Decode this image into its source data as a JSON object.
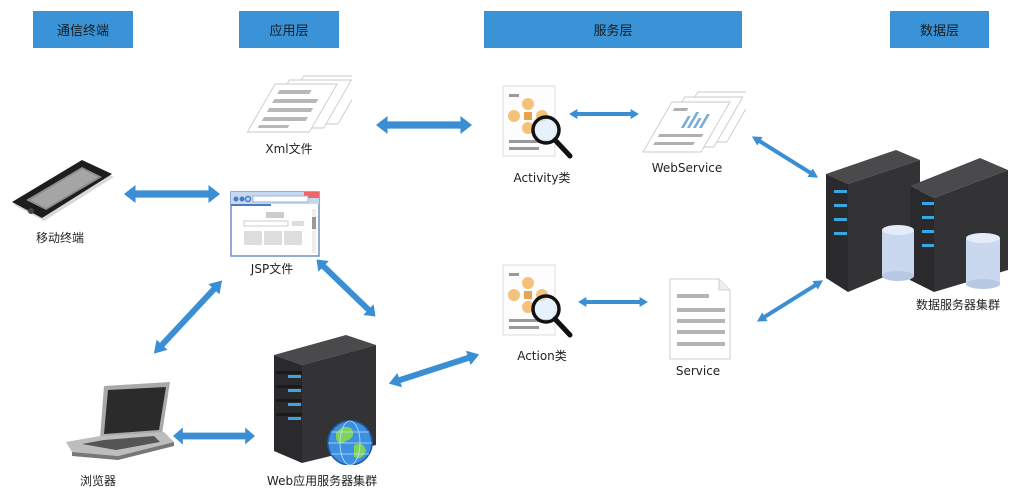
{
  "diagram": {
    "layers": [
      {
        "id": "terminal",
        "label": "通信终端"
      },
      {
        "id": "application",
        "label": "应用层"
      },
      {
        "id": "service",
        "label": "服务层"
      },
      {
        "id": "data",
        "label": "数据层"
      }
    ],
    "nodes": {
      "mobile": {
        "label": "移动终端",
        "icon": "smartphone-icon"
      },
      "browser": {
        "label": "浏览器",
        "icon": "laptop-icon"
      },
      "xml": {
        "label": "Xml文件",
        "icon": "documents-stack-icon"
      },
      "jsp": {
        "label": "JSP文件",
        "icon": "browser-window-icon"
      },
      "web_server": {
        "label": "Web应用服务器集群",
        "icon": "web-server-globe-icon"
      },
      "activity": {
        "label": "Activity类",
        "icon": "class-magnifier-icon"
      },
      "action": {
        "label": "Action类",
        "icon": "class-magnifier-icon"
      },
      "webservice": {
        "label": "WebService",
        "icon": "chart-documents-icon"
      },
      "service": {
        "label": "Service",
        "icon": "document-icon"
      },
      "data_cluster": {
        "label": "数据服务器集群",
        "icon": "database-servers-icon"
      }
    },
    "edges": [
      {
        "from": "mobile",
        "to": "jsp",
        "direction": "bidirectional"
      },
      {
        "from": "xml",
        "to": "activity",
        "direction": "bidirectional"
      },
      {
        "from": "jsp",
        "to": "browser",
        "direction": "bidirectional"
      },
      {
        "from": "jsp",
        "to": "web_server",
        "direction": "bidirectional"
      },
      {
        "from": "browser",
        "to": "web_server",
        "direction": "bidirectional"
      },
      {
        "from": "web_server",
        "to": "action",
        "direction": "bidirectional"
      },
      {
        "from": "activity",
        "to": "webservice",
        "direction": "bidirectional"
      },
      {
        "from": "action",
        "to": "service",
        "direction": "bidirectional"
      },
      {
        "from": "webservice",
        "to": "data_cluster",
        "direction": "bidirectional"
      },
      {
        "from": "service",
        "to": "data_cluster",
        "direction": "bidirectional"
      }
    ],
    "colors": {
      "header_bg": "#3a93d6",
      "arrow": "#3a8fd4",
      "server_body": "#2f2f31",
      "server_led": "#3aa6e0",
      "database": "#c9d8ef",
      "node_orange": "#f4c27a"
    }
  }
}
